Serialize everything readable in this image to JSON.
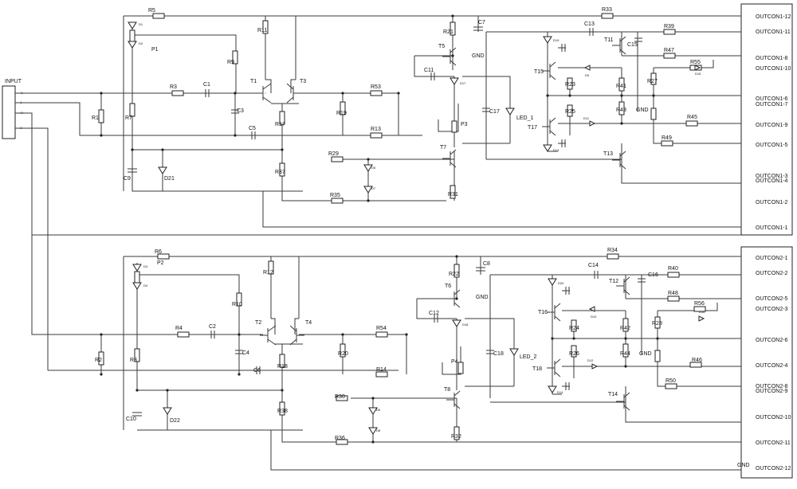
{
  "input": {
    "title": "INPUT",
    "pins": [
      "+1",
      "-1",
      "+2",
      "-2"
    ]
  },
  "outputs": {
    "ch1": [
      "OUTCON1-12",
      "OUTCON1-11",
      "OUTCON1-8",
      "OUTCON1-10",
      "OUTCON1-6",
      "OUTCON1-7",
      "OUTCON1-9",
      "OUTCON1-5",
      "OUTCON1-3",
      "OUTCON1-4",
      "OUTCON1-2",
      "OUTCON1-1"
    ],
    "ch2": [
      "OUTCON2-1",
      "OUTCON2-2",
      "OUTCON2-5",
      "OUTCON2-3",
      "OUTCON2-6",
      "OUTCON2-4",
      "OUTCON2-8",
      "OUTCON2-9",
      "OUTCON2-10",
      "OUTCON2-11",
      "OUTCON2-12"
    ],
    "gnd": "GND"
  },
  "labels": {
    "upper": [
      "R5",
      "D1",
      "D2",
      "P1",
      "R11",
      "R21",
      "C7",
      "GND",
      "R33",
      "C13",
      "T11",
      "C15",
      "R39",
      "T5",
      "D19",
      "R47",
      "R55",
      "D15",
      "R9",
      "T1",
      "T3",
      "C11",
      "D17",
      "T15",
      "D9",
      "R23",
      "R41",
      "R27",
      "R1",
      "R3",
      "C1",
      "R53",
      "R19",
      "C17",
      "LED_1",
      "GND",
      "R7",
      "C3",
      "R17",
      "P3",
      "R25",
      "R43",
      "R29",
      "C5",
      "R13",
      "T17",
      "D21",
      "D11",
      "R45",
      "D13",
      "T7",
      "R49",
      "C9",
      "D21",
      "R37",
      "D5",
      "T13",
      "D7",
      "R31",
      "R35"
    ],
    "lower": [
      "R6",
      "D3",
      "P2",
      "D4",
      "R12",
      "R22",
      "C8",
      "GND",
      "R34",
      "C14",
      "T12",
      "C16",
      "R40",
      "T6",
      "D20",
      "R48",
      "R56",
      "D16",
      "R10",
      "T2",
      "T4",
      "C12",
      "D18",
      "T16",
      "D10",
      "R24",
      "R42",
      "R28",
      "R2",
      "R4",
      "C2",
      "R54",
      "R20",
      "C18",
      "LED_2",
      "GND",
      "R8",
      "C4",
      "R18",
      "P4",
      "R26",
      "R44",
      "R30",
      "C6",
      "R14",
      "T18",
      "D22",
      "D12",
      "R46",
      "D14",
      "T8",
      "R50",
      "C10",
      "D22",
      "R38",
      "D6",
      "T14",
      "D8",
      "R32",
      "R36"
    ]
  }
}
